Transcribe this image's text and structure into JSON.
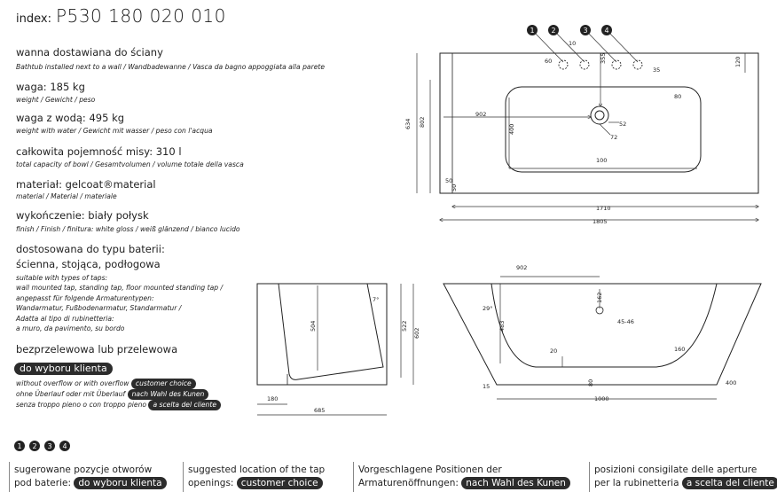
{
  "index": {
    "label": "index:",
    "code": "P530 180 020 010"
  },
  "specs": {
    "type": {
      "title": "wanna dostawiana do ściany",
      "sub": "Bathtub installed next to a wall / Wandbadewanne / Vasca da bagno appoggiata alla parete"
    },
    "weight": {
      "title": "waga: 185 kg",
      "sub": "weight / Gewicht / peso"
    },
    "weight_water": {
      "title": "waga z wodą: 495 kg",
      "sub": "weight with water / Gewicht mit wasser / peso con l'acqua"
    },
    "capacity": {
      "title": "całkowita pojemność misy: 310 l",
      "sub": "total capacity of bowl / Gesamtvolumen / volume totale della vasca"
    },
    "material": {
      "title": "materiał: gelcoat®material",
      "sub": "material / Material / materiale"
    },
    "finish": {
      "title": "wykończenie: biały połysk",
      "sub": "finish / Finish / finitura: white gloss / weiß glänzend / bianco lucido"
    },
    "taps": {
      "title1": "dostosowana do typu baterii:",
      "title2": "ścienna, stojąca, podłogowa",
      "sub1": "suitable with types of taps:",
      "sub2": "wall mounted tap, standing tap, floor mounted standing tap /",
      "sub3": "angepasst für folgende Armaturentypen:",
      "sub4": "Wandarmatur, Fußbodenarmatur, Standarmatur /",
      "sub5": "Adatta al tipo di rubinetteria:",
      "sub6": "a muro, da pavimento, su bordo"
    },
    "overflow": {
      "title": "bezprzelewowa lub przelewowa",
      "pill": "do wyboru klienta",
      "en": "without overflow or with overflow",
      "en_pill": "customer choice",
      "de": "ohne Überlauf oder mit Überlauf",
      "de_pill": "nach Wahl des Kunen",
      "it": "senza troppo pieno o con troppo pieno",
      "it_pill": "a scelta del cliente"
    }
  },
  "markers": [
    "1",
    "2",
    "3",
    "4"
  ],
  "footer": {
    "pl": {
      "line1": "sugerowane pozycje otworów",
      "line2": "pod baterie:",
      "pill": "do wyboru klienta"
    },
    "en": {
      "line1": "suggested location of the tap",
      "line2": "openings:",
      "pill": "customer choice"
    },
    "de": {
      "line1": "Vorgeschlagene Positionen der",
      "line2": "Armaturenöffnungen:",
      "pill": "nach Wahl des Kunen"
    },
    "it": {
      "line1": "posizioni consigilate delle aperture",
      "line2": "per la rubinetteria",
      "pill": "a scelta del cliente"
    }
  },
  "top_view": {
    "dims": {
      "d10": "10",
      "d60": "60",
      "d355": "355",
      "d35": "35",
      "d120": "120",
      "d80": "80",
      "d902": "902",
      "d52": "52",
      "d72": "72",
      "d400": "400",
      "d100": "100",
      "d634": "634",
      "d802": "802",
      "d50a": "50",
      "d50b": "50",
      "d1710": "1710",
      "d1805": "1805"
    }
  },
  "side_view": {
    "dims": {
      "d7": "7°",
      "d504": "504",
      "d522": "522",
      "d602": "602",
      "d180": "180",
      "d685": "685"
    }
  },
  "front_view": {
    "dims": {
      "d902": "902",
      "d162": "162",
      "d4546": "45-46",
      "d29": "29°",
      "d483": "483",
      "d20": "20",
      "d160": "160",
      "d15": "15",
      "d80": "80",
      "d400": "400",
      "d1000": "1000"
    }
  }
}
